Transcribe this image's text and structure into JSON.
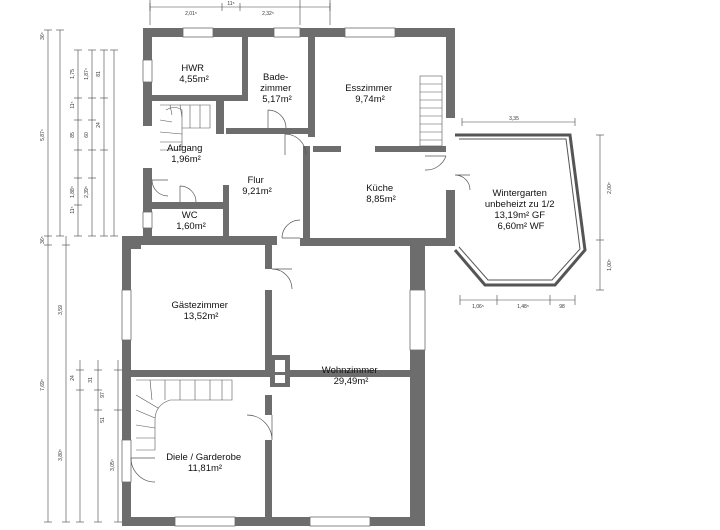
{
  "colors": {
    "wall": "#6d6d6d",
    "dimension_line": "#444444",
    "fixture": "#555555",
    "background": "#ffffff"
  },
  "rooms": [
    {
      "id": "hwr",
      "lines": [
        "HWR",
        "4,55m²"
      ]
    },
    {
      "id": "bad",
      "lines": [
        "Bade-",
        "zimmer",
        "5,17m²"
      ]
    },
    {
      "id": "esszimmer",
      "lines": [
        "Esszimmer",
        "9,74m²"
      ]
    },
    {
      "id": "aufgang",
      "lines": [
        "Aufgang",
        "1,96m²"
      ]
    },
    {
      "id": "flur",
      "lines": [
        "Flur",
        "9,21m²"
      ]
    },
    {
      "id": "kueche",
      "lines": [
        "Küche",
        "8,85m²"
      ]
    },
    {
      "id": "wc",
      "lines": [
        "WC",
        "1,60m²"
      ]
    },
    {
      "id": "wintergarten",
      "lines": [
        "Wintergarten",
        "unbeheizt zu 1/2",
        "13,19m² GF",
        "6,60m² WF"
      ]
    },
    {
      "id": "gaestezimmer",
      "lines": [
        "Gästezimmer",
        "13,52m²"
      ]
    },
    {
      "id": "wohnzimmer",
      "lines": [
        "Wohnzimmer",
        "29,49m²"
      ]
    },
    {
      "id": "diele",
      "lines": [
        "Diele / Garderobe",
        "11,81m²"
      ]
    }
  ],
  "dimensions": {
    "top": [
      "2,01⁵",
      "11⁵",
      "2,32⁵"
    ],
    "wintergarten_top": "3,35",
    "wintergarten_right": [
      "2,00⁵",
      "1,00⁵"
    ],
    "wintergarten_bottom": [
      "1,06⁵",
      "1,48⁵",
      "98"
    ],
    "left_outer": [
      "5,87⁵",
      "36⁵",
      "7,69⁵"
    ],
    "left_mid": [
      "3,59",
      "3,80⁵"
    ],
    "left_inner": [
      "1,75",
      "1,87⁵",
      "81",
      "1,88⁵",
      "2,39⁵",
      "3,05⁵"
    ],
    "left_small": [
      "36⁵",
      "11⁵",
      "24",
      "85",
      "60",
      "11⁵",
      "24",
      "31",
      "97",
      "51"
    ]
  }
}
